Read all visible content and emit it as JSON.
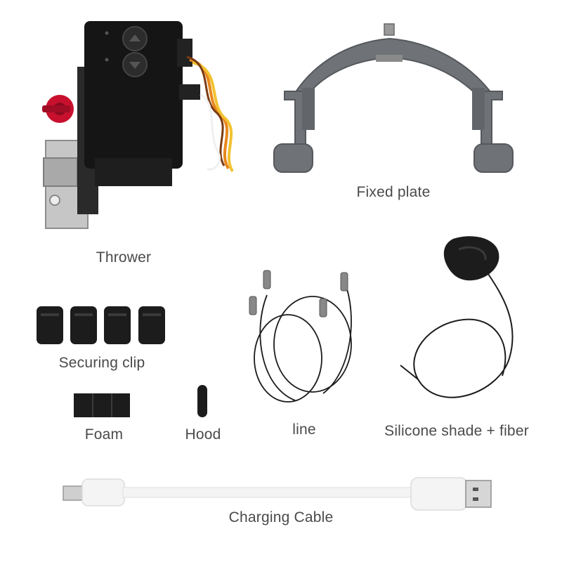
{
  "labels": {
    "thrower": "Thrower",
    "fixed_plate": "Fixed plate",
    "securing_clip": "Securing clip",
    "foam": "Foam",
    "hood": "Hood",
    "line": "line",
    "silicone_shade": "Silicone shade + fiber",
    "charging_cable": "Charging Cable"
  },
  "colors": {
    "background": "#ffffff",
    "label": "#4a4a4a",
    "thrower_body": "#151515",
    "knob_red": "#c8102e",
    "metal": "#bdbdbd",
    "plate_gray": "#6f7378",
    "black_part": "#1c1c1c",
    "cable_white": "#f4f4f4",
    "wire_orange": "#e8871e",
    "wire_yellow": "#f2c230",
    "wire_brown": "#7a3b12"
  }
}
